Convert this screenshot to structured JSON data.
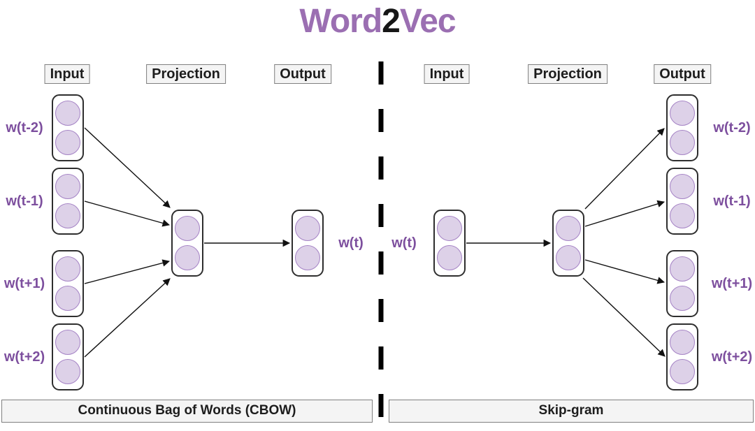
{
  "title": {
    "word": "Word",
    "two": "2",
    "vec": "Vec"
  },
  "cbow": {
    "headers": {
      "input": "Input",
      "projection": "Projection",
      "output": "Output"
    },
    "input_labels": [
      "w(t-2)",
      "w(t-1)",
      "w(t+1)",
      "w(t+2)"
    ],
    "output_label": "w(t)",
    "caption": "Continuous Bag of Words (CBOW)"
  },
  "skipgram": {
    "headers": {
      "input": "Input",
      "projection": "Projection",
      "output": "Output"
    },
    "input_label": "w(t)",
    "output_labels": [
      "w(t-2)",
      "w(t-1)",
      "w(t+1)",
      "w(t+2)"
    ],
    "caption": "Skip-gram"
  },
  "colors": {
    "title_purple": "#9b6fb2",
    "label_purple": "#7d4f9e",
    "circle_fill": "#ddd1e8",
    "circle_stroke": "#a583c5",
    "node_border": "#2e2e2e",
    "box_bg": "#f4f4f4",
    "box_border": "#7f7f7f",
    "arrow_black": "#111111"
  }
}
